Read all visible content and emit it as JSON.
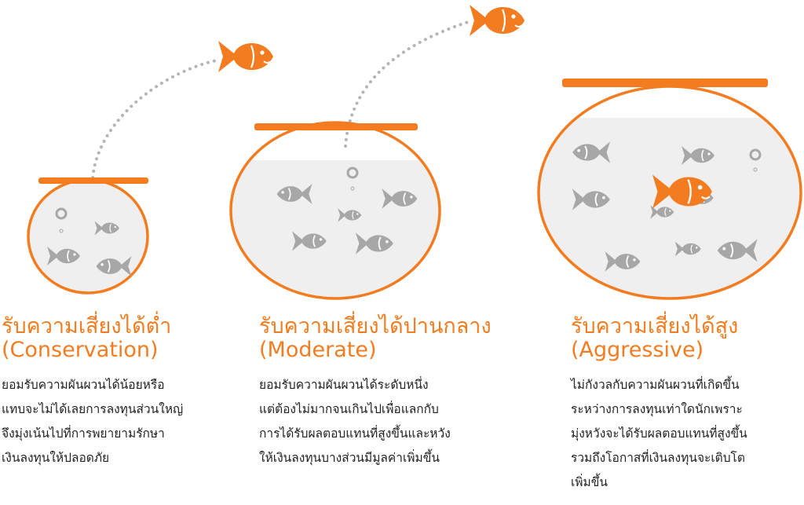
{
  "colors": {
    "accent": "#f47c20",
    "water": "#efefef",
    "fish_gray": "#a7a7a7",
    "dots": "#b5b5b5",
    "text": "#222222"
  },
  "icons": [
    "fishbowl-icon",
    "fish-icon",
    "bubble-icon",
    "jump-trail-icon"
  ],
  "columns": [
    {
      "title_line1": "รับความเสี่ยงได้ต่ำ",
      "title_line2": "(Conservation)",
      "desc": [
        "ยอมรับความผันผวนได้น้อยหรือ",
        "แทบจะไม่ได้เลยการลงทุนส่วนใหญ่",
        "จึงมุ่งเน้นไปที่การพยายามรักษา",
        "เงินลงทุนให้ปลอดภัย"
      ]
    },
    {
      "title_line1": "รับความเสี่ยงได้ปานกลาง",
      "title_line2": "(Moderate)",
      "desc": [
        "ยอมรับความผันผวนได้ระดับหนึ่ง",
        "แต่ต้องไม่มากจนเกินไปเพื่อแลกกับ",
        "การได้รับผลตอบแทนที่สูงขึ้นและหวัง",
        "ให้เงินลงทุนบางส่วนมีมูลค่าเพิ่มขึ้น"
      ]
    },
    {
      "title_line1": "รับความเสี่ยงได้สูง",
      "title_line2": "(Aggressive)",
      "desc": [
        "ไม่กังวลกับความผันผวนที่เกิดขึ้น",
        "ระหว่างการลงทุนเท่าใดนักเพราะ",
        "มุ่งหวังจะได้รับผลตอบแทนที่สูงขึ้น",
        "รวมถึงโอกาสที่เงินลงทุนจะเติบโต",
        "เพิ่มขึ้น"
      ]
    }
  ]
}
